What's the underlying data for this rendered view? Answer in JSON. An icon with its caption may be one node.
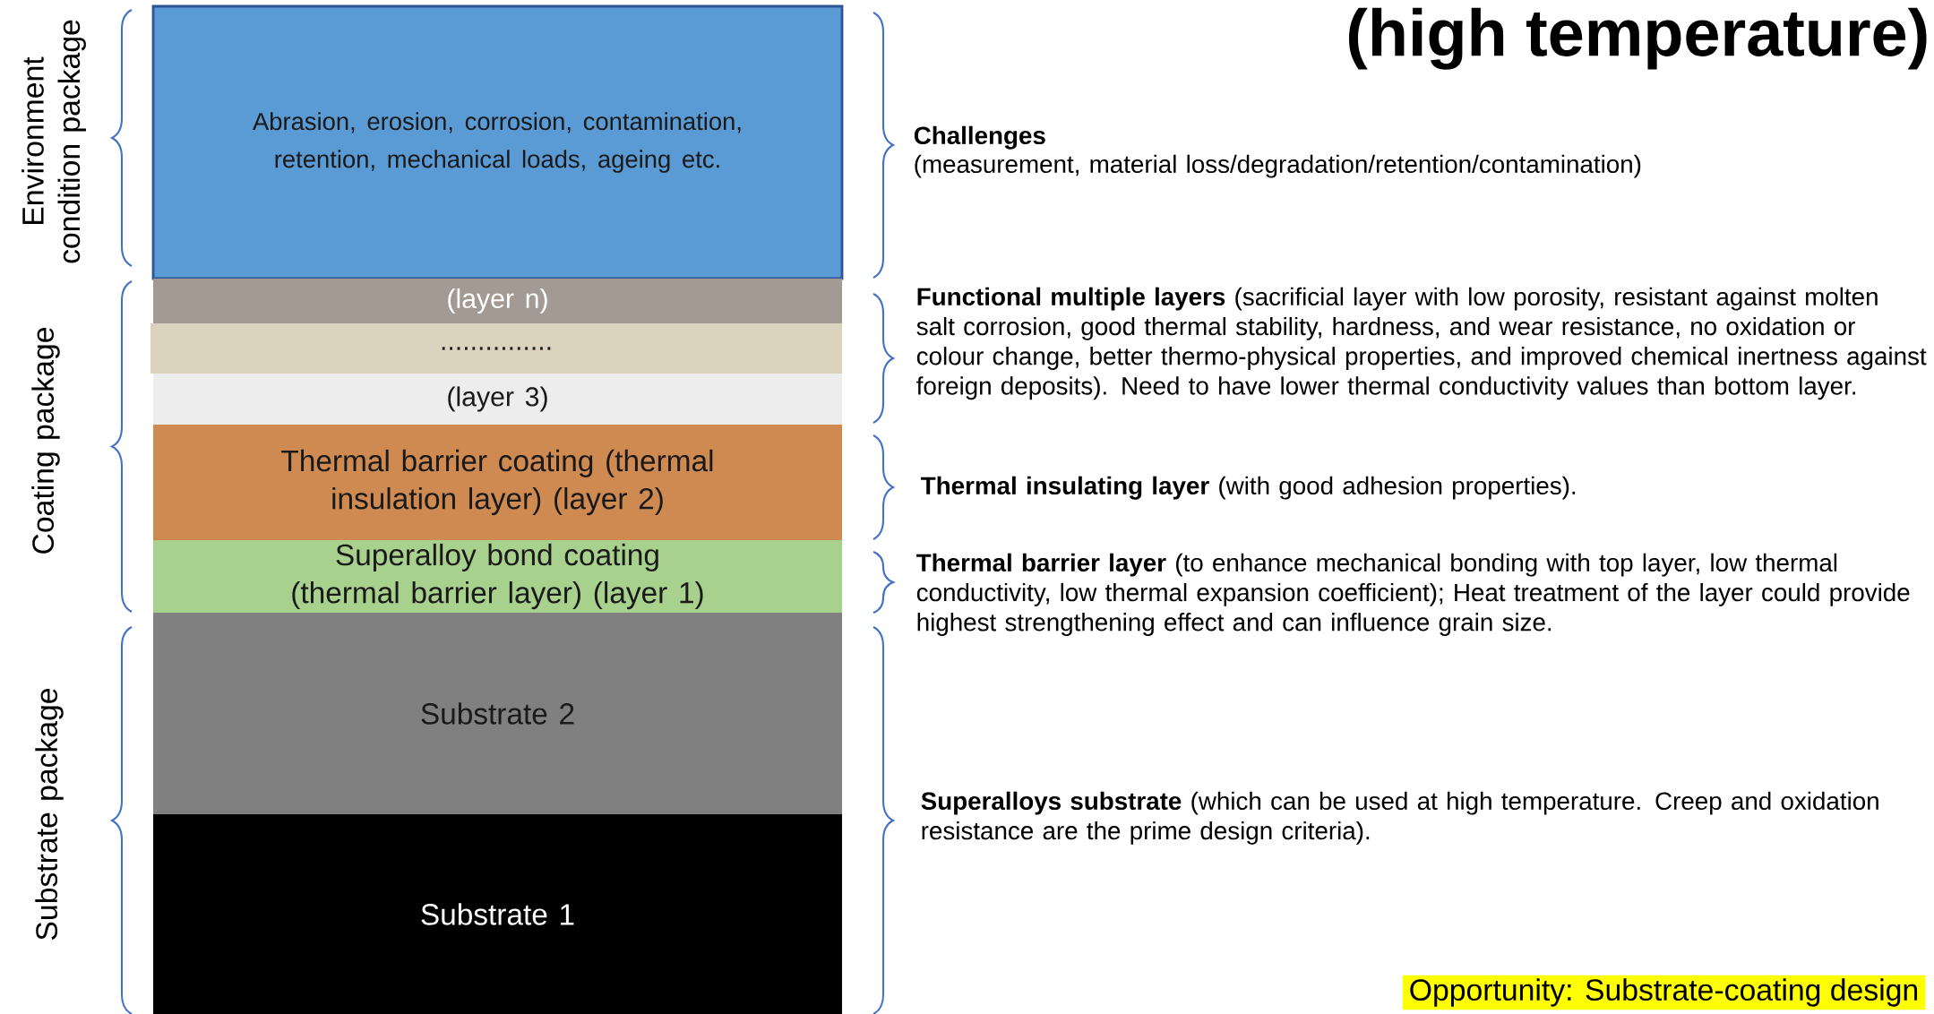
{
  "diagram": {
    "title": "(high temperature)",
    "nodes": [
      {
        "text": [
          "Abrasion, erosion, corrosion, contamination, retention, mechanical loads, ageing etc."
        ]
      },
      {
        "text": [
          "(layer n)"
        ]
      },
      {
        "text": [
          "..............."
        ]
      },
      {
        "text": [
          "(layer 3)"
        ]
      },
      {
        "text": [
          "Thermal barrier coating (thermal insulation layer) (layer 2)"
        ]
      },
      {
        "text": [
          "Superalloy bond coating (thermal barrier layer) (layer 1)"
        ]
      },
      {
        "text": [
          "Substrate 2"
        ]
      },
      {
        "text": [
          "Substrate 1"
        ]
      }
    ],
    "labels": [
      "Environment condition package",
      "Challenges",
      "(measurement, material loss/degradation/retention/contamination)",
      "Coating package",
      "**Functional multiple layers** (sacrificial layer with low porosity, resistant against molten salt corrosion, good thermal stability, hardness, and wear resistance, no oxidation or colour change, better thermo-physical properties, and improved chemical inertness against foreign deposits). Need to have lower thermal conductivity values than bottom layer.",
      "**Thermal insulating layer** (with good adhesion properties).",
      "**Thermal barrier layer** (to enhance mechanical bonding with top layer, low thermal conductivity, low thermal expansion coefficient); Heat treatment of the layer could provide highest strengthening effect and can influence grain size.",
      "Substrate package",
      "**Superalloys substrate** (which can be used at high temperature. Creep and oxidation resistance are the prime design criteria).",
      "Opportunity: Substrate-coating design"
    ]
  }
}
